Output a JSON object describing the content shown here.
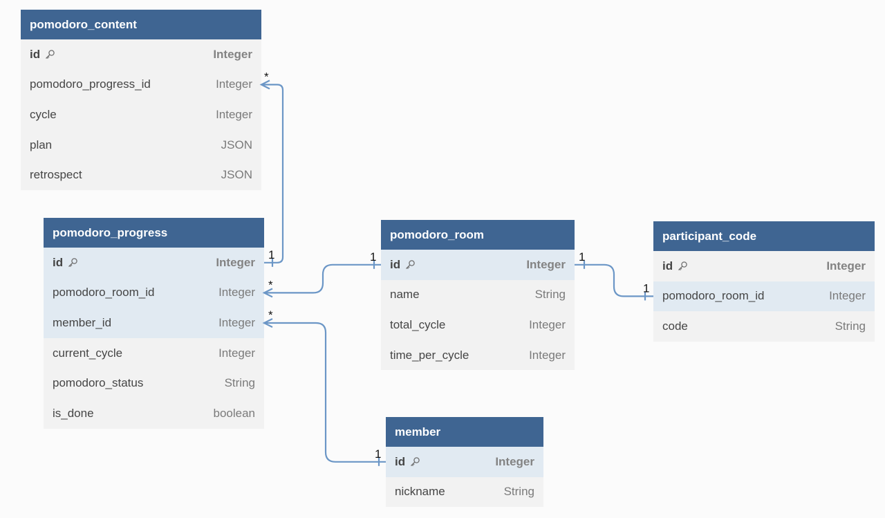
{
  "colors": {
    "header": "#3f6592",
    "link": "#6b96c6",
    "highlight": "#e1eaf2"
  },
  "tables": [
    {
      "id": "pomodoro_content",
      "name": "pomodoro_content",
      "fields": [
        {
          "name": "id",
          "type": "Integer",
          "pk": true
        },
        {
          "name": "pomodoro_progress_id",
          "type": "Integer"
        },
        {
          "name": "cycle",
          "type": "Integer"
        },
        {
          "name": "plan",
          "type": "JSON"
        },
        {
          "name": "retrospect",
          "type": "JSON"
        }
      ]
    },
    {
      "id": "pomodoro_progress",
      "name": "pomodoro_progress",
      "fields": [
        {
          "name": "id",
          "type": "Integer",
          "pk": true,
          "highlight": true
        },
        {
          "name": "pomodoro_room_id",
          "type": "Integer",
          "highlight": true
        },
        {
          "name": "member_id",
          "type": "Integer",
          "highlight": true
        },
        {
          "name": "current_cycle",
          "type": "Integer"
        },
        {
          "name": "pomodoro_status",
          "type": "String"
        },
        {
          "name": "is_done",
          "type": "boolean"
        }
      ]
    },
    {
      "id": "pomodoro_room",
      "name": "pomodoro_room",
      "fields": [
        {
          "name": "id",
          "type": "Integer",
          "pk": true,
          "highlight": true
        },
        {
          "name": "name",
          "type": "String"
        },
        {
          "name": "total_cycle",
          "type": "Integer"
        },
        {
          "name": "time_per_cycle",
          "type": "Integer"
        }
      ]
    },
    {
      "id": "participant_code",
      "name": "participant_code",
      "fields": [
        {
          "name": "id",
          "type": "Integer",
          "pk": true
        },
        {
          "name": "pomodoro_room_id",
          "type": "Integer",
          "highlight": true
        },
        {
          "name": "code",
          "type": "String"
        }
      ]
    },
    {
      "id": "member",
      "name": "member",
      "fields": [
        {
          "name": "id",
          "type": "Integer",
          "pk": true,
          "highlight": true
        },
        {
          "name": "nickname",
          "type": "String"
        }
      ]
    }
  ],
  "relationships": [
    {
      "from": "pomodoro_content.pomodoro_progress_id",
      "from_card": "*",
      "to": "pomodoro_progress.id",
      "to_card": "1"
    },
    {
      "from": "pomodoro_progress.pomodoro_room_id",
      "from_card": "*",
      "to": "pomodoro_room.id",
      "to_card": "1"
    },
    {
      "from": "pomodoro_progress.member_id",
      "from_card": "*",
      "to": "member.id",
      "to_card": "1"
    },
    {
      "from": "pomodoro_room.id",
      "from_card": "1",
      "to": "participant_code.pomodoro_room_id",
      "to_card": "1"
    }
  ]
}
